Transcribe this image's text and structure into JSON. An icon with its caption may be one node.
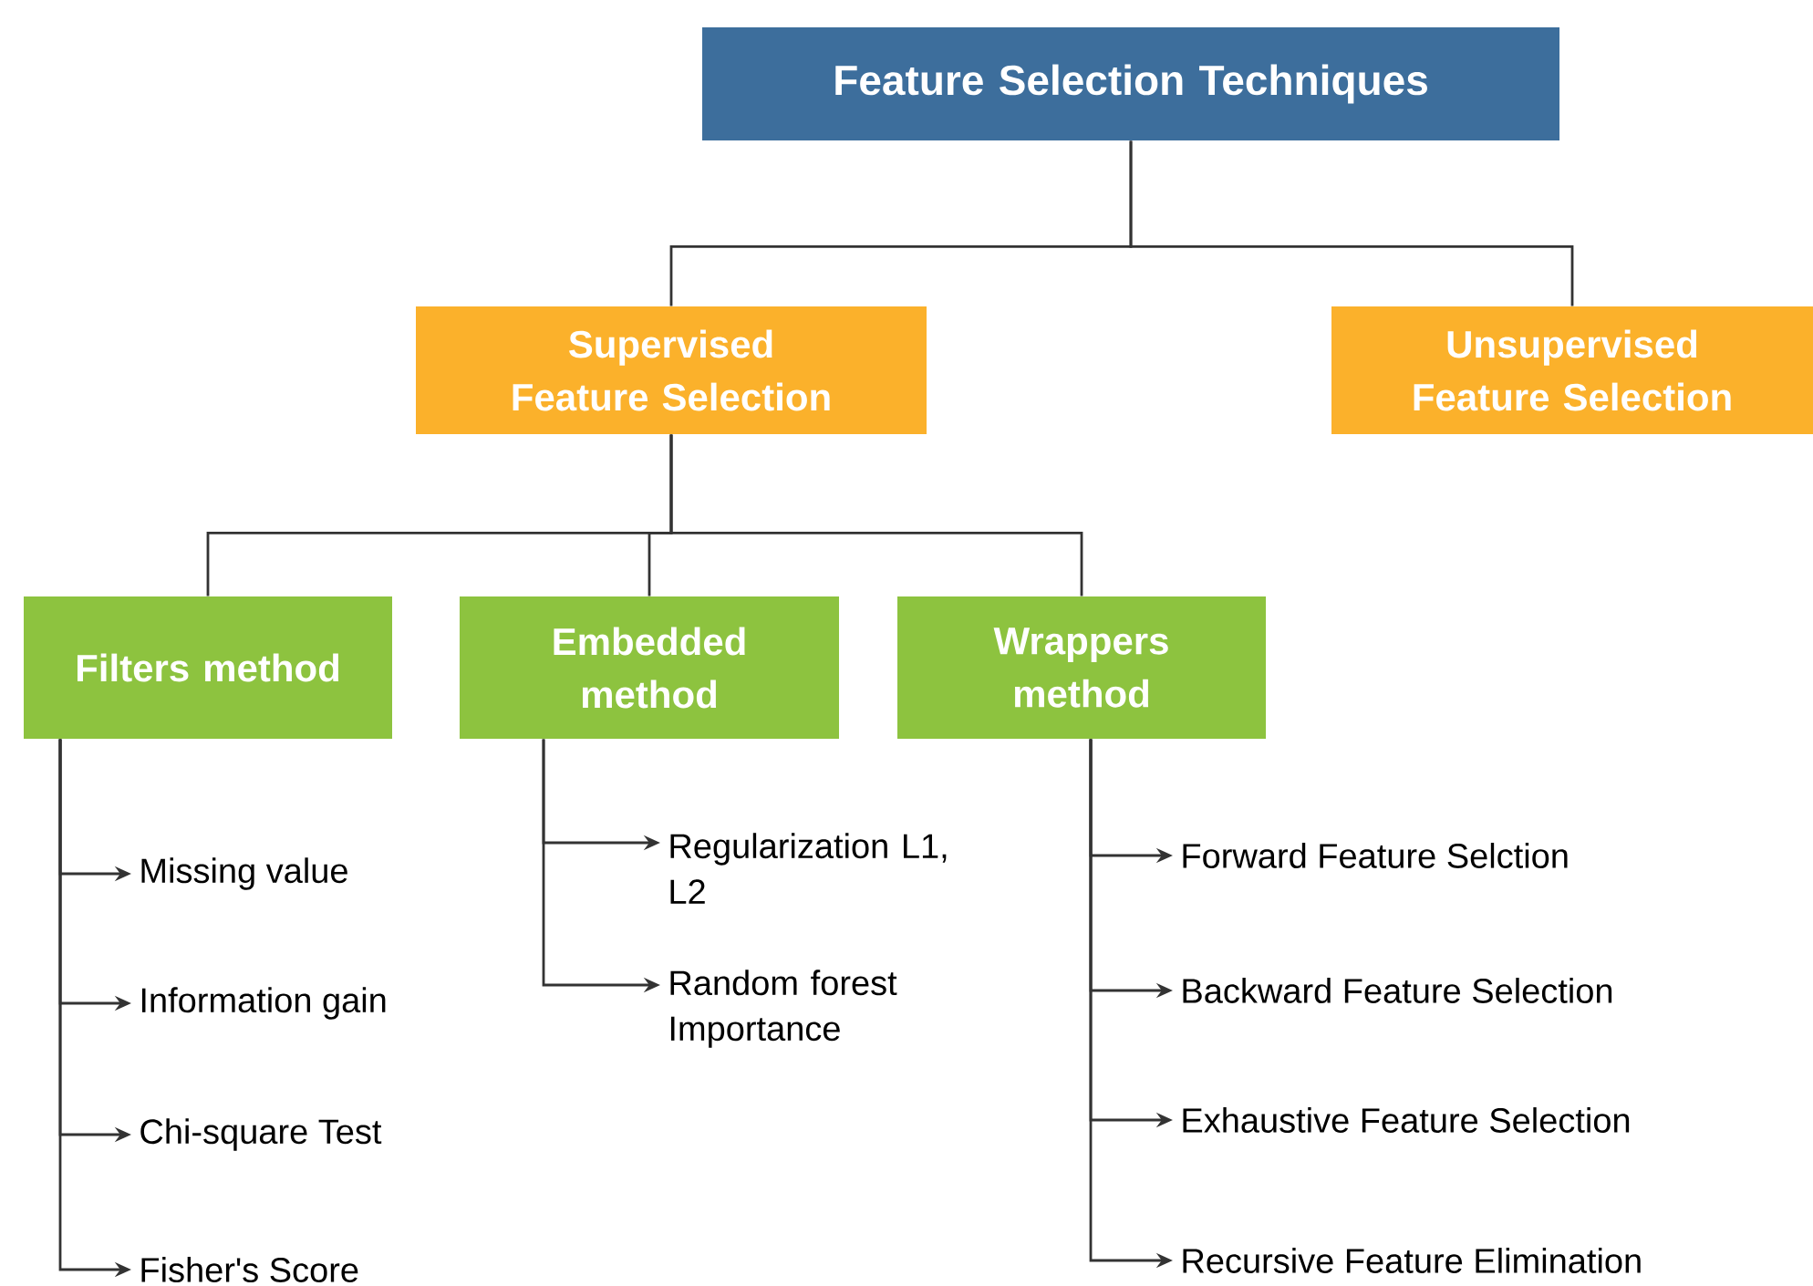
{
  "diagram": {
    "nodes": [
      {
        "text": [
          "Feature Selection Techniques"
        ]
      },
      {
        "text": [
          "Supervised Feature Selection"
        ]
      },
      {
        "text": [
          "Unsupervised Feature Selection"
        ]
      },
      {
        "text": [
          "Filters method"
        ]
      },
      {
        "text": [
          "Embedded method"
        ]
      },
      {
        "text": [
          "Wrappers method"
        ]
      },
      {
        "text": [
          "Missing value"
        ]
      },
      {
        "text": [
          "Information gain"
        ]
      },
      {
        "text": [
          "Chi-square Test"
        ]
      },
      {
        "text": [
          "Fisher's Score"
        ]
      },
      {
        "text": [
          "Regularization L1, L2"
        ]
      },
      {
        "text": [
          "Random forest Importance"
        ]
      },
      {
        "text": [
          "Forward Feature Selction"
        ]
      },
      {
        "text": [
          "Backward Feature Selection"
        ]
      },
      {
        "text": [
          "Exhaustive Feature Selection"
        ]
      },
      {
        "text": [
          "Recursive Feature Elimination"
        ]
      }
    ],
    "edges": [
      {
        "from": 0,
        "to": 1,
        "arrow": "none"
      },
      {
        "from": 0,
        "to": 2,
        "arrow": "none"
      },
      {
        "from": 1,
        "to": 3,
        "arrow": "none"
      },
      {
        "from": 1,
        "to": 4,
        "arrow": "none"
      },
      {
        "from": 1,
        "to": 5,
        "arrow": "none"
      },
      {
        "from": 3,
        "to": 6,
        "arrow": "to"
      },
      {
        "from": 3,
        "to": 7,
        "arrow": "to"
      },
      {
        "from": 3,
        "to": 8,
        "arrow": "to"
      },
      {
        "from": 3,
        "to": 9,
        "arrow": "to"
      },
      {
        "from": 4,
        "to": 10,
        "arrow": "to"
      },
      {
        "from": 4,
        "to": 11,
        "arrow": "to"
      },
      {
        "from": 5,
        "to": 12,
        "arrow": "to"
      },
      {
        "from": 5,
        "to": 13,
        "arrow": "to"
      },
      {
        "from": 5,
        "to": 14,
        "arrow": "to"
      },
      {
        "from": 5,
        "to": 15,
        "arrow": "to"
      }
    ]
  }
}
